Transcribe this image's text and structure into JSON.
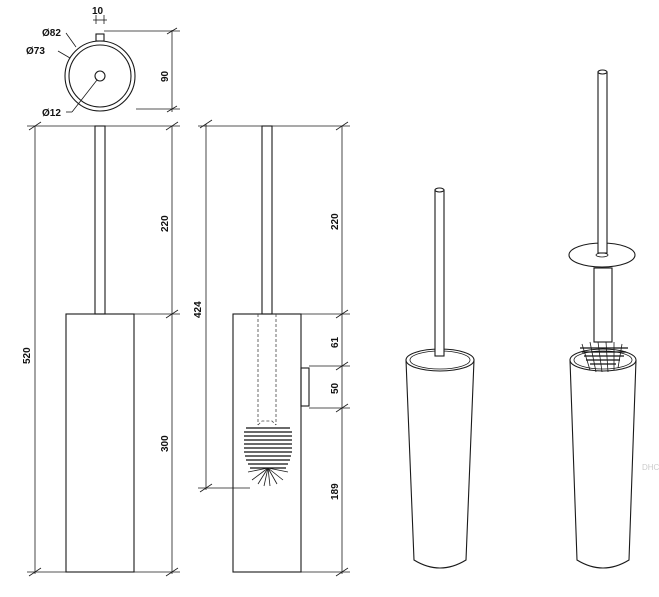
{
  "top_view": {
    "width_label": "10",
    "outer_diameter_label": "Ø82",
    "inner_diameter_label": "Ø73",
    "handle_diameter_label": "Ø12",
    "depth_label": "90"
  },
  "front_view": {
    "total_height_label": "520",
    "handle_height_label": "220",
    "body_height_label": "300"
  },
  "section_view": {
    "brush_length_label": "424",
    "handle_height_label": "220",
    "gap_label": "61",
    "holder_label": "50",
    "lower_label": "189"
  },
  "watermark": "DHC"
}
